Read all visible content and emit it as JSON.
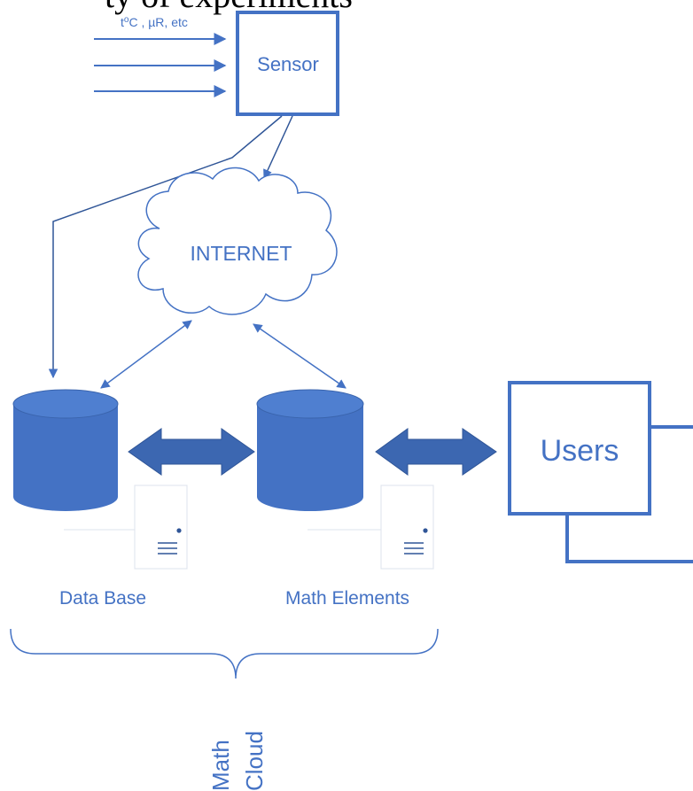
{
  "header": {
    "partial_caption": "ty of experiments"
  },
  "inputs": {
    "label_part1": "t",
    "label_sup": "o",
    "label_part2": "C , µR, etc"
  },
  "sensor": {
    "label": "Sensor"
  },
  "internet": {
    "label": "INTERNET"
  },
  "database": {
    "label": "Data Base"
  },
  "math_elements": {
    "label": "Math Elements"
  },
  "users": {
    "label": "Users"
  },
  "cloud": {
    "line1": "Math",
    "line2": "Cloud"
  },
  "colors": {
    "accent": "#4472c4",
    "cylinder_fill": "#4472c4",
    "cylinder_top": "#4f7fd0",
    "double_arrow_fill": "#3c67b1",
    "double_arrow_stroke": "#2f5597",
    "server_icon_stroke": "#dde3ec",
    "server_accent": "#2f5597",
    "caption_text": "#000000"
  }
}
